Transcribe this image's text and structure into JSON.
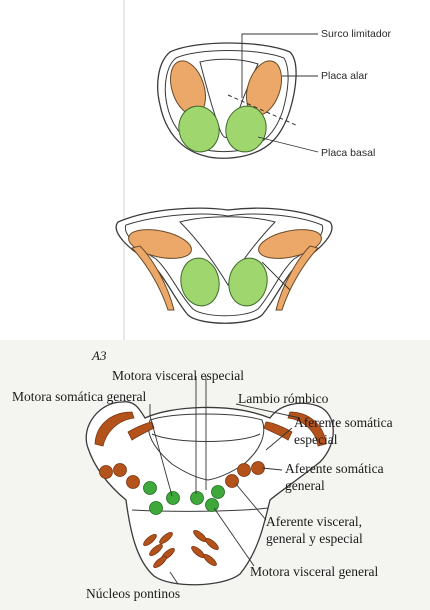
{
  "diagram_top": {
    "labels": {
      "sulcus": "Surco limitador",
      "alar": "Placa alar",
      "basal": "Placa basal"
    }
  },
  "diagram_bottom": {
    "tag": "A3",
    "labels": {
      "visceral_special_motor": "Motora visceral especial",
      "somatic_general_motor": "Motora somática general",
      "rhombic_lip": "Lambio rómbico",
      "special_somatic_afferent_1": "Aferente somática",
      "special_somatic_afferent_2": "especial",
      "general_somatic_afferent_1": "Aferente somática",
      "general_somatic_afferent_2": "general",
      "visceral_afferent_1": "Aferente visceral,",
      "visceral_afferent_2": "general y especial",
      "visceral_general_motor": "Motora visceral general",
      "pontine_nuclei": "Núcleos pontinos"
    }
  },
  "colors": {
    "alar_plate": "#eba868",
    "basal_plate": "#9fd66e",
    "afferent_nuclei": "#b4521b",
    "motor_nuclei": "#3ea93a"
  }
}
